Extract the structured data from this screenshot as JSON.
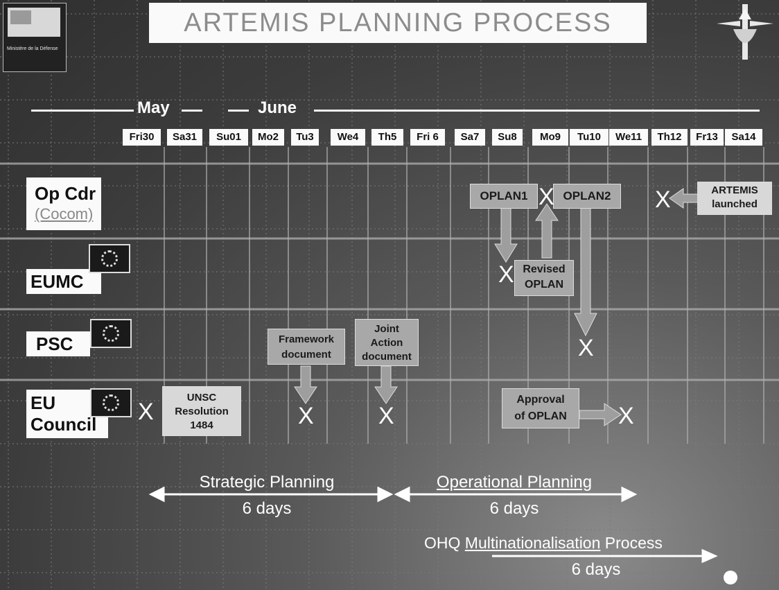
{
  "header": {
    "title": "ARTEMIS PLANNING PROCESS",
    "ministry_text": "Ministère de la Défense"
  },
  "months": {
    "may": "May",
    "june": "June"
  },
  "days": [
    "Fri30",
    "Sa31",
    "Su01",
    "Mo2",
    "Tu3",
    "We4",
    "Th5",
    "Fri 6",
    "Sa7",
    "Su8",
    "Mo9",
    "Tu10",
    "We11",
    "Th12",
    "Fr13",
    "Sa14"
  ],
  "rows": {
    "op_cdr": {
      "label": "Op Cdr",
      "sub": "(Cocom)"
    },
    "eumc": {
      "label": "EUMC"
    },
    "psc": {
      "label": "PSC"
    },
    "eu_council": {
      "label_line1": "EU",
      "label_line2": "Council"
    }
  },
  "boxes": {
    "oplan1": "OPLAN1",
    "oplan2": "OPLAN2",
    "artemis_l1": "ARTEMIS",
    "artemis_l2": "launched",
    "revised_l1": "Revised",
    "revised_l2": "OPLAN",
    "framework_l1": "Framework",
    "framework_l2": "document",
    "joint_l1": "Joint",
    "joint_l2": "Action",
    "joint_l3": "document",
    "unsc_l1": "UNSC",
    "unsc_l2": "Resolution",
    "unsc_l3": "1484",
    "approval_l1": "Approval",
    "approval_l2": "of  OPLAN"
  },
  "x_symbol": "X",
  "phases": {
    "strategic": {
      "label": "Strategic Planning",
      "duration": "6 days"
    },
    "operational": {
      "label": "Operational Planning",
      "duration": "6 days"
    },
    "ohq": {
      "label_prefix": "OHQ ",
      "label_underlined": "Multinationalisation",
      "label_suffix": " Process",
      "duration": "6 days"
    }
  },
  "colors": {
    "background": "#3c3c3c",
    "grid": "#b0b0b0",
    "box_grey": "#a8a8a8",
    "box_light": "#d8d8d8",
    "arrow": "#9e9e9e"
  }
}
